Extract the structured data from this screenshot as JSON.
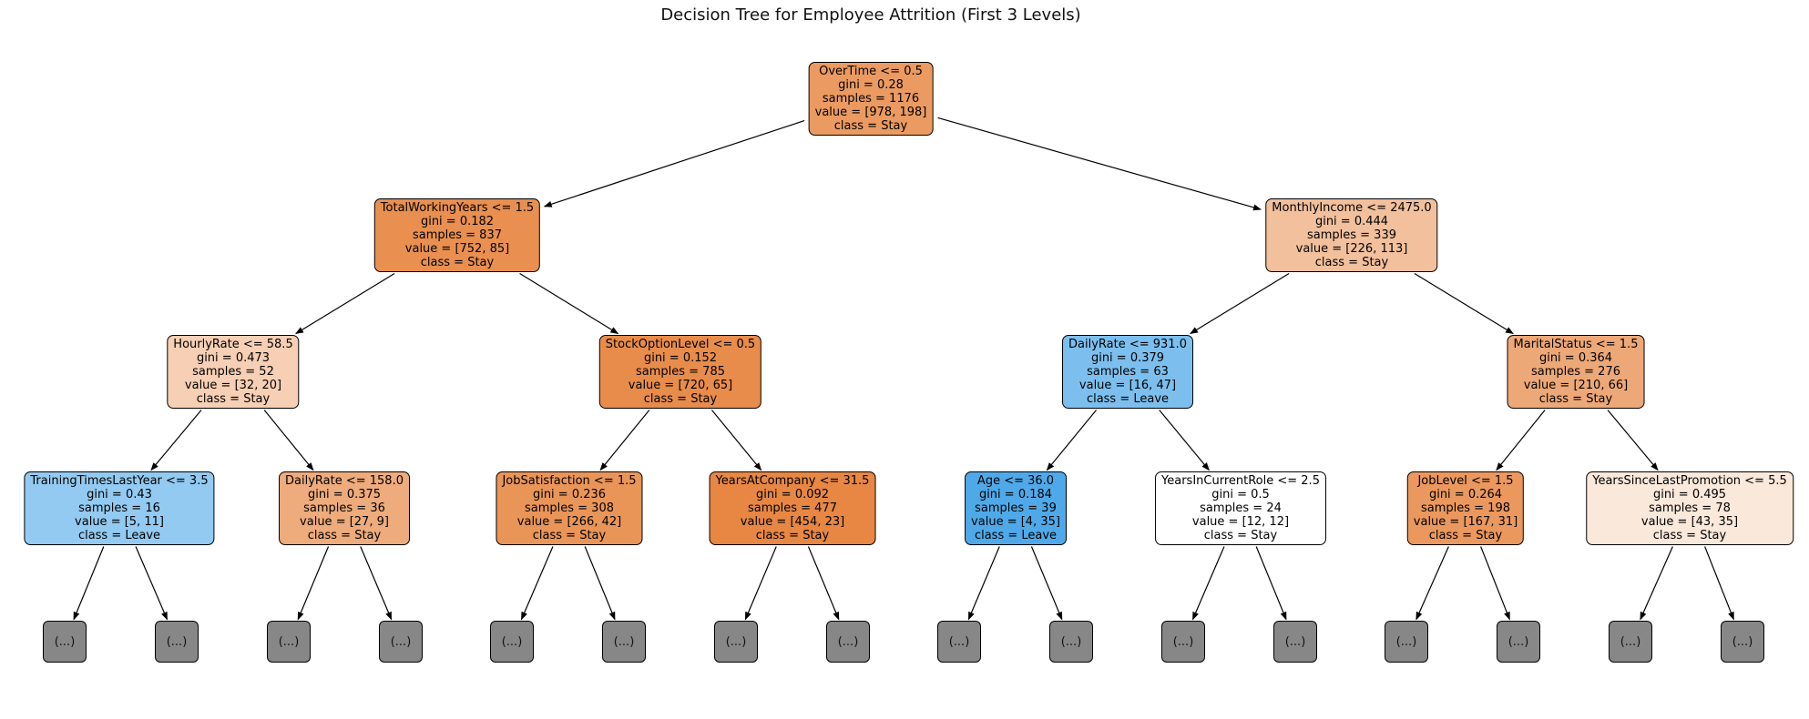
{
  "title": "Decision Tree for Employee Attrition (First 3 Levels)",
  "tree": {
    "class_names": [
      "Stay",
      "Leave"
    ],
    "nodes": [
      {
        "id": "root",
        "label": "OverTime <= 0.5",
        "gini": "gini = 0.28",
        "samples": "samples = 1176",
        "value": "value = [978, 198]",
        "class": "class = Stay",
        "color": "#eb9a61"
      },
      {
        "id": "twy",
        "label": "TotalWorkingYears <= 1.5",
        "gini": "gini = 0.182",
        "samples": "samples = 837",
        "value": "value = [752, 85]",
        "class": "class = Stay",
        "color": "#e98f4f"
      },
      {
        "id": "mi",
        "label": "MonthlyIncome <= 2475.0",
        "gini": "gini = 0.444",
        "samples": "samples = 339",
        "value": "value = [226, 113]",
        "class": "class = Stay",
        "color": "#f2c09c"
      },
      {
        "id": "hr",
        "label": "HourlyRate <= 58.5",
        "gini": "gini = 0.473",
        "samples": "samples = 52",
        "value": "value = [32, 20]",
        "class": "class = Stay",
        "color": "#f6cfb4"
      },
      {
        "id": "sol",
        "label": "StockOptionLevel <= 0.5",
        "gini": "gini = 0.152",
        "samples": "samples = 785",
        "value": "value = [720, 65]",
        "class": "class = Stay",
        "color": "#e88c4b"
      },
      {
        "id": "dr931",
        "label": "DailyRate <= 931.0",
        "gini": "gini = 0.379",
        "samples": "samples = 63",
        "value": "value = [16, 47]",
        "class": "class = Leave",
        "color": "#7cbfee"
      },
      {
        "id": "ms",
        "label": "MaritalStatus <= 1.5",
        "gini": "gini = 0.364",
        "samples": "samples = 276",
        "value": "value = [210, 66]",
        "class": "class = Stay",
        "color": "#eda877"
      },
      {
        "id": "ttly",
        "label": "TrainingTimesLastYear <= 3.5",
        "gini": "gini = 0.43",
        "samples": "samples = 16",
        "value": "value = [5, 11]",
        "class": "class = Leave",
        "color": "#93caf1"
      },
      {
        "id": "dr158",
        "label": "DailyRate <= 158.0",
        "gini": "gini = 0.375",
        "samples": "samples = 36",
        "value": "value = [27, 9]",
        "class": "class = Stay",
        "color": "#eeab7b"
      },
      {
        "id": "js",
        "label": "JobSatisfaction <= 1.5",
        "gini": "gini = 0.236",
        "samples": "samples = 308",
        "value": "value = [266, 42]",
        "class": "class = Stay",
        "color": "#ea9558"
      },
      {
        "id": "yac",
        "label": "YearsAtCompany <= 31.5",
        "gini": "gini = 0.092",
        "samples": "samples = 477",
        "value": "value = [454, 23]",
        "class": "class = Stay",
        "color": "#e78743"
      },
      {
        "id": "age",
        "label": "Age <= 36.0",
        "gini": "gini = 0.184",
        "samples": "samples = 39",
        "value": "value = [4, 35]",
        "class": "class = Leave",
        "color": "#4fa9e9"
      },
      {
        "id": "yicr",
        "label": "YearsInCurrentRole <= 2.5",
        "gini": "gini = 0.5",
        "samples": "samples = 24",
        "value": "value = [12, 12]",
        "class": "class = Stay",
        "color": "#ffffff"
      },
      {
        "id": "jl",
        "label": "JobLevel <= 1.5",
        "gini": "gini = 0.264",
        "samples": "samples = 198",
        "value": "value = [167, 31]",
        "class": "class = Stay",
        "color": "#eb985e"
      },
      {
        "id": "yslp",
        "label": "YearsSinceLastPromotion <= 5.5",
        "gini": "gini = 0.495",
        "samples": "samples = 78",
        "value": "value = [43, 35]",
        "class": "class = Stay",
        "color": "#fae8da"
      }
    ],
    "leaf": {
      "label": "(...)",
      "color": "#878787",
      "count": 16
    },
    "edges": [
      {
        "from": "root",
        "to": "twy"
      },
      {
        "from": "root",
        "to": "mi"
      },
      {
        "from": "twy",
        "to": "hr"
      },
      {
        "from": "twy",
        "to": "sol"
      },
      {
        "from": "mi",
        "to": "dr931"
      },
      {
        "from": "mi",
        "to": "ms"
      },
      {
        "from": "hr",
        "to": "ttly"
      },
      {
        "from": "hr",
        "to": "dr158"
      },
      {
        "from": "sol",
        "to": "js"
      },
      {
        "from": "sol",
        "to": "yac"
      },
      {
        "from": "dr931",
        "to": "age"
      },
      {
        "from": "dr931",
        "to": "yicr"
      },
      {
        "from": "ms",
        "to": "jl"
      },
      {
        "from": "ms",
        "to": "yslp"
      },
      {
        "from": "ttly",
        "to": "leaf0"
      },
      {
        "from": "ttly",
        "to": "leaf1"
      },
      {
        "from": "dr158",
        "to": "leaf2"
      },
      {
        "from": "dr158",
        "to": "leaf3"
      },
      {
        "from": "js",
        "to": "leaf4"
      },
      {
        "from": "js",
        "to": "leaf5"
      },
      {
        "from": "yac",
        "to": "leaf6"
      },
      {
        "from": "yac",
        "to": "leaf7"
      },
      {
        "from": "age",
        "to": "leaf8"
      },
      {
        "from": "age",
        "to": "leaf9"
      },
      {
        "from": "yicr",
        "to": "leaf10"
      },
      {
        "from": "yicr",
        "to": "leaf11"
      },
      {
        "from": "jl",
        "to": "leaf12"
      },
      {
        "from": "jl",
        "to": "leaf13"
      },
      {
        "from": "yslp",
        "to": "leaf14"
      },
      {
        "from": "yslp",
        "to": "leaf15"
      }
    ],
    "edge_color": "#000000"
  }
}
